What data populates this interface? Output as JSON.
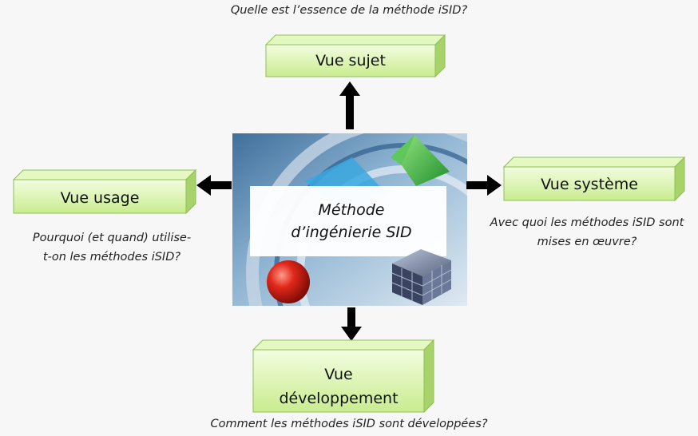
{
  "center": {
    "title_line1": "Méthode",
    "title_line2": "d’ingénierie SID"
  },
  "views": {
    "top": {
      "label": "Vue sujet",
      "question": "Quelle est l’essence de la méthode iSID?"
    },
    "left": {
      "label": "Vue usage",
      "question_line1": "Pourquoi (et quand) utilise-",
      "question_line2": "t-on les méthodes iSID?"
    },
    "right": {
      "label": "Vue système",
      "question_line1": "Avec quoi les méthodes iSID sont",
      "question_line2": "mises en œuvre?"
    },
    "bottom": {
      "label_line1": "Vue",
      "label_line2": "développement",
      "question": "Comment les méthodes iSID sont développées?"
    }
  },
  "colors": {
    "box_face_light": "#f3fde0",
    "box_face_dark": "#c9ec8f",
    "box_top": "#e4f8c2",
    "box_side": "#a8d36a",
    "box_border": "#8fbf55",
    "arrow": "#000000"
  }
}
